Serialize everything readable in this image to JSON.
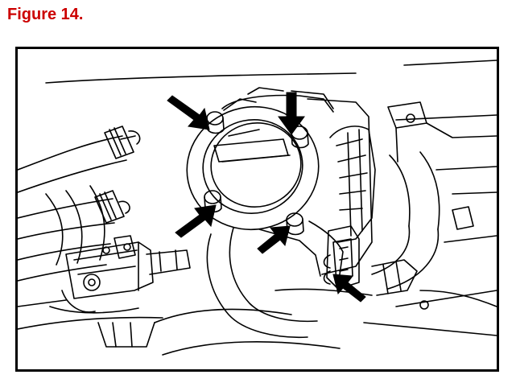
{
  "figure": {
    "caption": "Figure 14.",
    "caption_color": "#cc0000"
  },
  "illustration": {
    "subject": "throttle-body",
    "line_color": "#000000",
    "arrow_count": 5,
    "arrow_icon": "bold-arrow-icon"
  }
}
